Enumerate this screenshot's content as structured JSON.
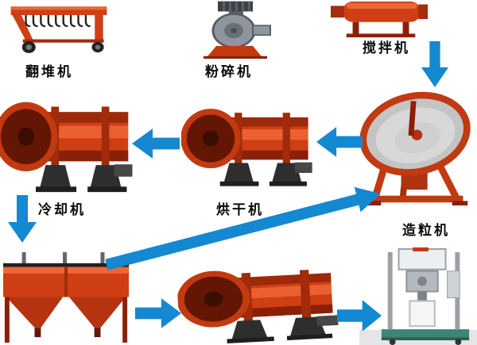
{
  "labels": {
    "turner": "翻堆机",
    "crusher": "粉碎机",
    "mixer": "搅拌机",
    "cooler": "冷却机",
    "dryer": "烘干机",
    "granulator": "造粒机"
  },
  "colors": {
    "background": "#ffffff",
    "machine_red": "#cf3e14",
    "machine_dark_red": "#8f2408",
    "arrow_blue": "#1488d0",
    "label_text": "#0a0a0a"
  },
  "flow_arrows": [
    {
      "name": "mixer-down-arrow",
      "direction": "down"
    },
    {
      "name": "granulator-to-dryer-arrow",
      "direction": "left"
    },
    {
      "name": "dryer-to-cooler-arrow",
      "direction": "left"
    },
    {
      "name": "cooler-down-arrow",
      "direction": "down"
    },
    {
      "name": "screen-to-granulator-arrow",
      "direction": "up-right"
    },
    {
      "name": "screen-to-coater-arrow",
      "direction": "right"
    },
    {
      "name": "coater-to-packer-arrow",
      "direction": "right"
    }
  ]
}
